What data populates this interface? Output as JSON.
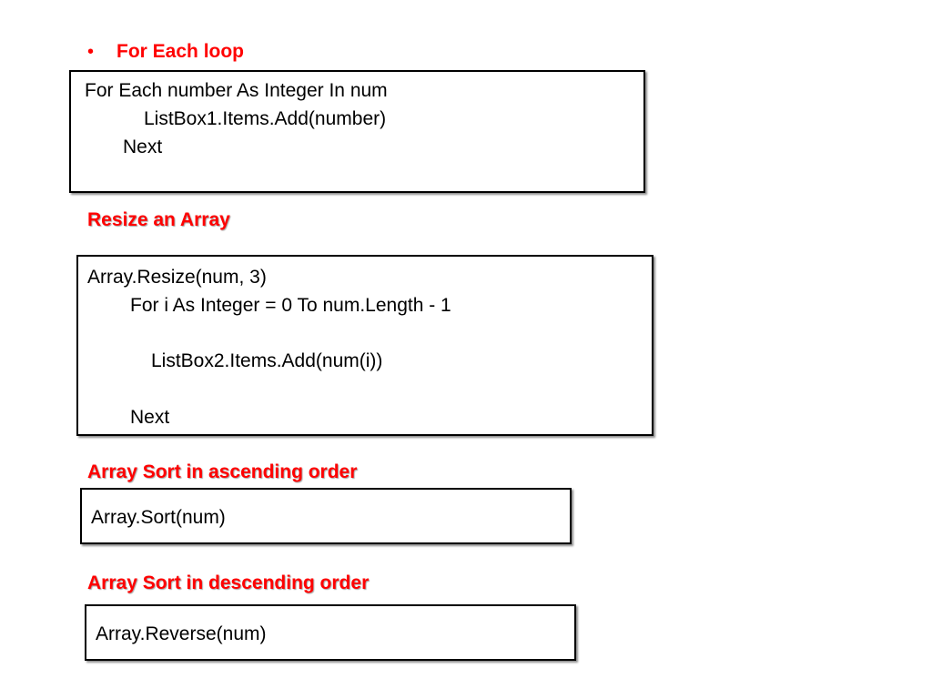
{
  "accent_color": "#ff0000",
  "sections": {
    "for_each": {
      "bullet": "•",
      "heading": "For Each loop",
      "lines": [
        "For Each number As Integer In num",
        "ListBox1.Items.Add(number)",
        "Next"
      ]
    },
    "resize": {
      "heading": "Resize an Array",
      "lines": [
        "Array.Resize(num, 3)",
        "For i As Integer = 0 To num.Length - 1",
        "ListBox2.Items.Add(num(i))",
        "Next"
      ]
    },
    "sort_asc": {
      "heading": "Array Sort in ascending order",
      "lines": [
        "Array.Sort(num)"
      ]
    },
    "sort_desc": {
      "heading": "Array Sort in descending order",
      "lines": [
        "Array.Reverse(num)"
      ]
    }
  }
}
